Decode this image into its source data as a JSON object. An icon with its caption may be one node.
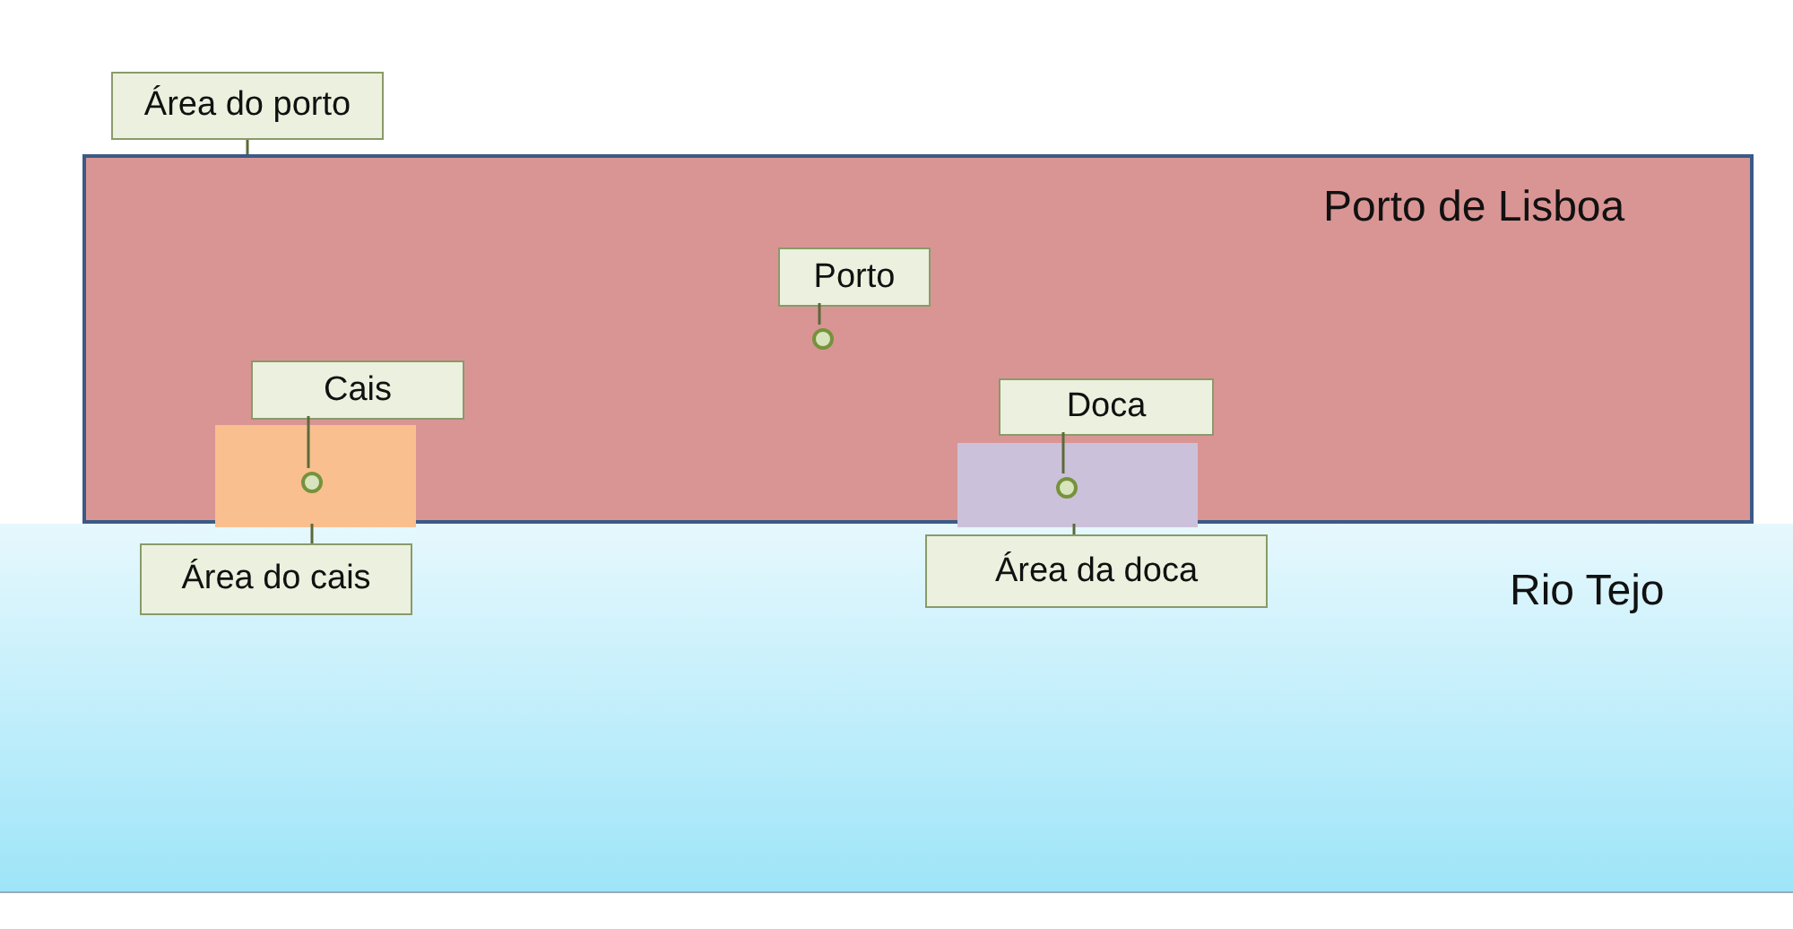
{
  "diagram": {
    "nodes": [
      {
        "text": [
          "Porto de Lisboa"
        ]
      },
      {
        "text": [
          "Rio Tejo"
        ]
      },
      {
        "text": [],
        "shape": "box",
        "in": 0
      },
      {
        "text": [],
        "shape": "box",
        "in": 0
      },
      {
        "text": [],
        "shape": "circle",
        "in": 0
      },
      {
        "text": [],
        "shape": "circle",
        "in": 2
      },
      {
        "text": [],
        "shape": "circle",
        "in": 3
      },
      {
        "text": [
          "Área do porto"
        ]
      },
      {
        "text": [
          "Porto"
        ],
        "in": 0
      },
      {
        "text": [
          "Cais"
        ],
        "in": 0
      },
      {
        "text": [
          "Doca"
        ],
        "in": 0
      },
      {
        "text": [
          "Área do cais"
        ],
        "in": 1
      },
      {
        "text": [
          "Área da doca"
        ],
        "in": 1
      }
    ],
    "edges": [
      {
        "from": 7,
        "to": 0,
        "arrow": "none"
      },
      {
        "from": 8,
        "to": 4,
        "arrow": "none"
      },
      {
        "from": 9,
        "to": 5,
        "arrow": "none"
      },
      {
        "from": 10,
        "to": 6,
        "arrow": "none"
      },
      {
        "from": 11,
        "to": 2,
        "arrow": "none"
      },
      {
        "from": 12,
        "to": 3,
        "arrow": "none"
      }
    ]
  }
}
